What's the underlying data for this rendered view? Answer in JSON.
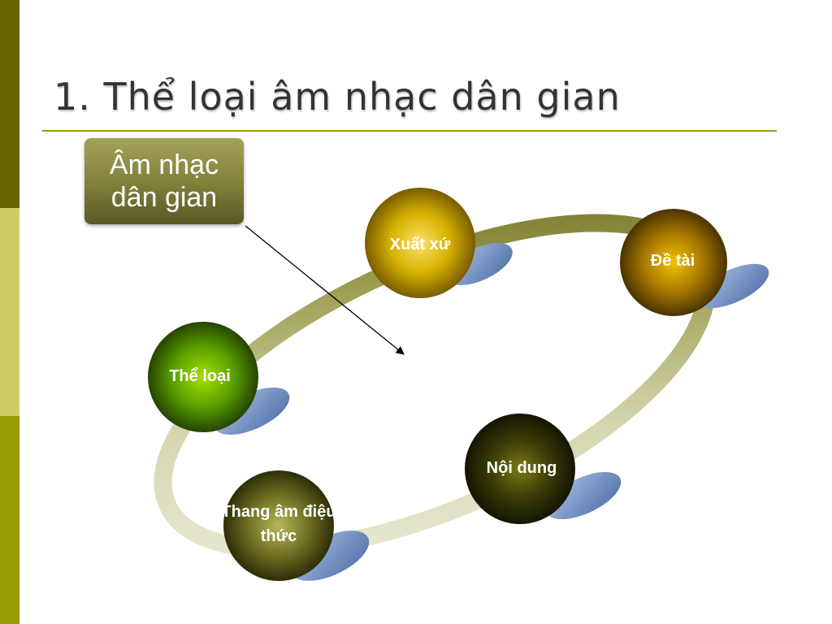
{
  "title": "1. Thể loại âm nhạc dân gian",
  "callout": {
    "text": "Âm nhạc dân gian"
  },
  "nodes": {
    "xuat_xu": "Xuất xứ",
    "de_tai": "Đề tài",
    "the_loai": "Thể loại",
    "noi_dung": "Nội dung",
    "thang_am": "Thang âm điệu thức"
  },
  "colors": {
    "sidebar": [
      "#666600",
      "#cccc66",
      "#999900"
    ],
    "rule": "#999900",
    "xuat_xu": "#c9a800",
    "de_tai": "#a37a00",
    "the_loai": "#4f9a00",
    "noi_dung": "#2e2e06",
    "thang_am": "#66661e",
    "shadow": "#6f8fc0"
  }
}
